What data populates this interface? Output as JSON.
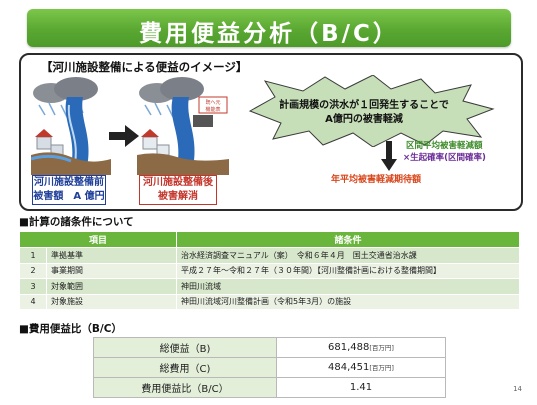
{
  "title": "費用便益分析（B/C）",
  "image": {
    "caption": "【河川施設整備による便益のイメージ】",
    "before_label_line1": "河川施設整備前",
    "before_label_line2": "被害額　A 億円",
    "after_label_line1": "河川施設整備後",
    "after_label_line2": "被害解消",
    "sign_text_line1": "既ヘ元",
    "sign_text_line2": "機能表",
    "star_line1": "計画規模の洪水が１回発生することで",
    "star_line2": "A億円の被害軽減",
    "note_green": "区間平均被害軽減額",
    "note_purple": "×生起確率(区間確率)",
    "note_red": "年平均被害軽減期待額"
  },
  "section1_title": "■計算の諸条件について",
  "conditions": {
    "headers": [
      "項目",
      "諸条件"
    ],
    "rows": [
      {
        "no": "1",
        "item": "準拠基準",
        "value": "治水経済調査マニュアル（案）　令和６年４月　国土交通省治水課"
      },
      {
        "no": "2",
        "item": "事業期間",
        "value": "平成２７年～令和２７年（３０年間）【河川整備計画における整備期間】"
      },
      {
        "no": "3",
        "item": "対象範囲",
        "value": "神田川流域"
      },
      {
        "no": "4",
        "item": "対象施設",
        "value": "神田川流域河川整備計画（令和5年3月）の施設"
      }
    ]
  },
  "section2_title": "■費用便益比（B/C）",
  "ratio": {
    "rows": [
      {
        "label": "総便益（B)",
        "value": "681,488",
        "unit": "[百万円]"
      },
      {
        "label": "総費用（C)",
        "value": "484,451",
        "unit": "[百万円]"
      },
      {
        "label": "費用便益比（B/C）",
        "value": "1.41",
        "unit": ""
      }
    ]
  },
  "page_number": "14",
  "colors": {
    "title_green": "#5aa832",
    "header_green": "#6ab53c",
    "row_green": "#d7e7cb",
    "arrow_red": "#d8461b",
    "flood_blue": "#1f5fa8"
  }
}
